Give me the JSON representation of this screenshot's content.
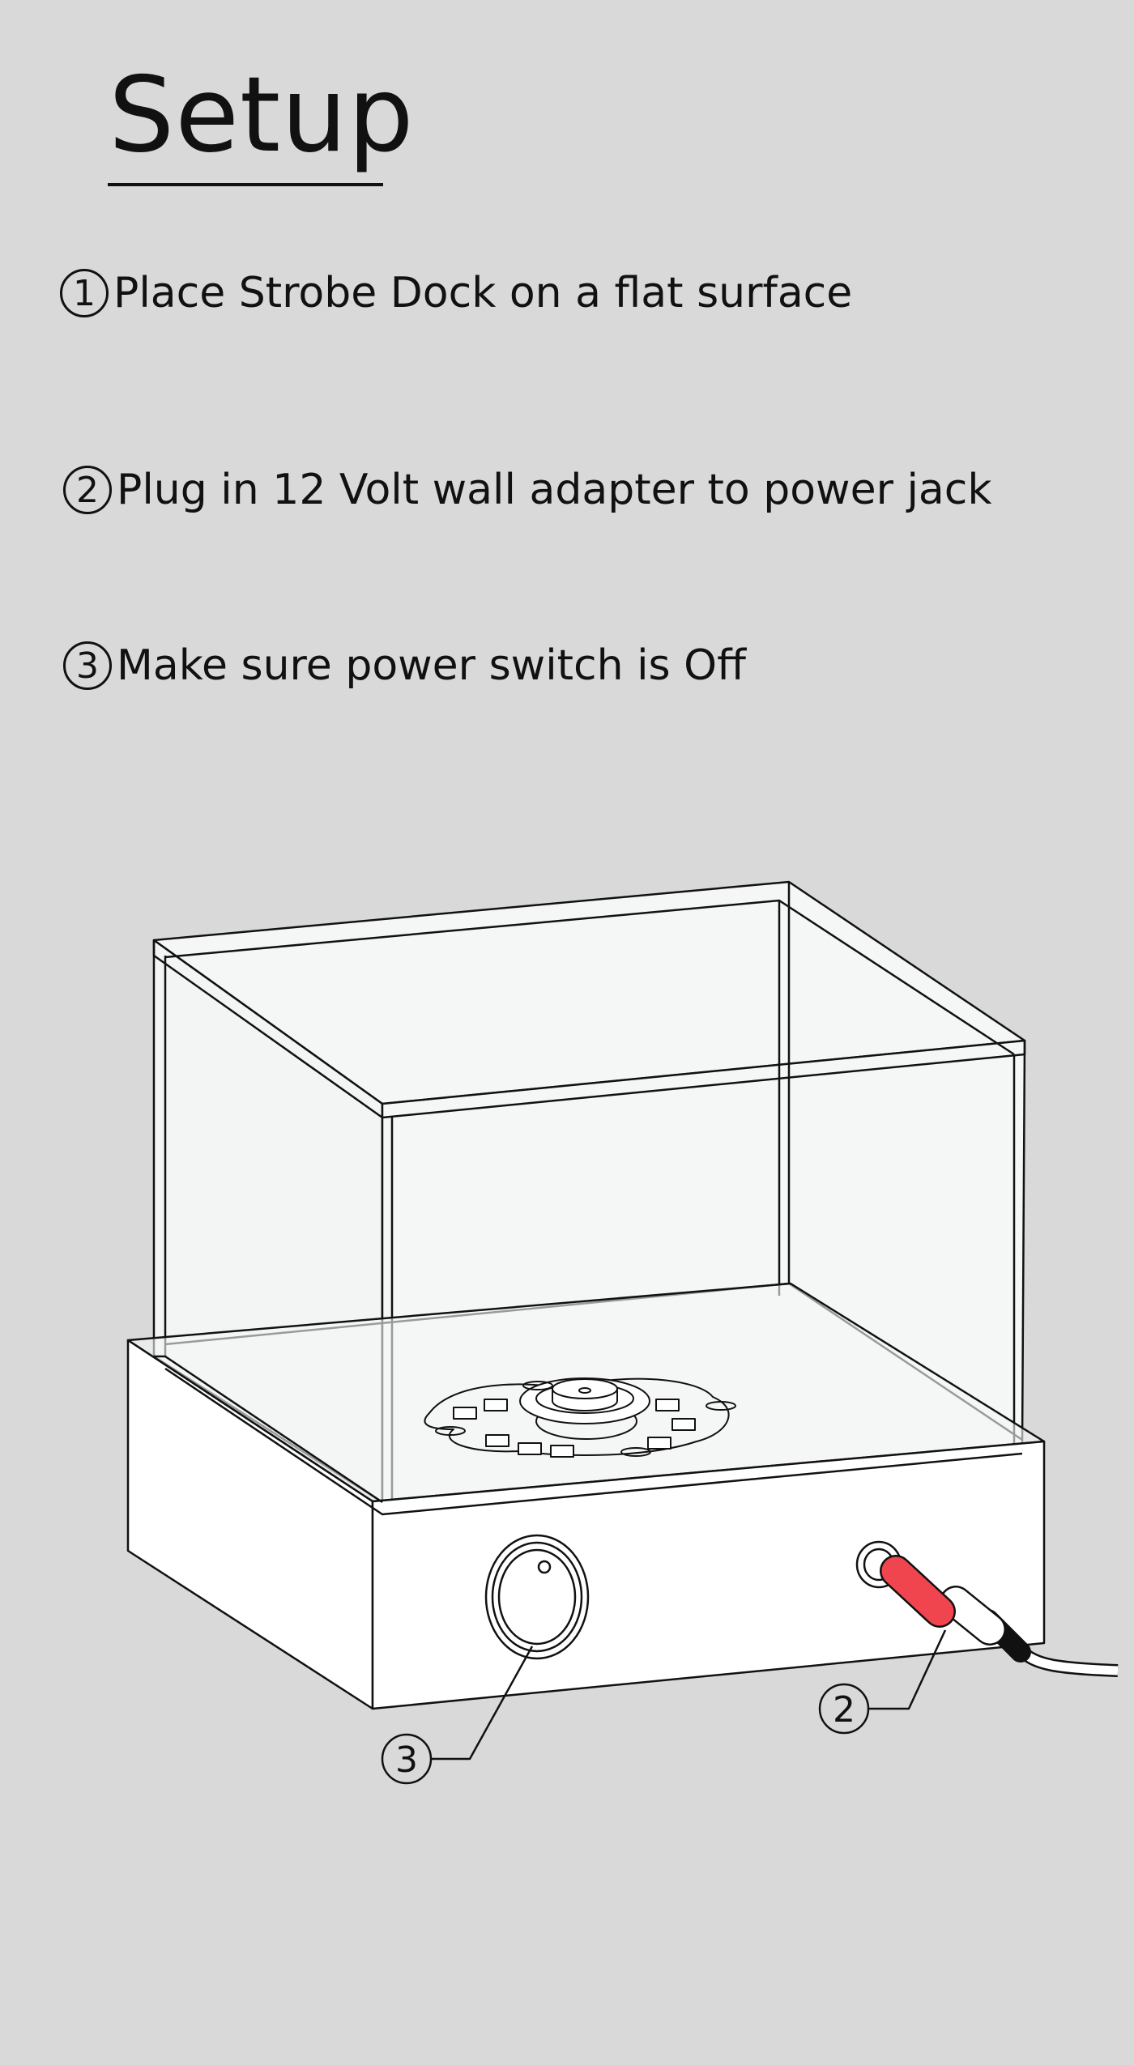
{
  "title": "Setup",
  "steps": [
    {
      "number": "1",
      "text": "Place Strobe Dock on a flat surface"
    },
    {
      "number": "2",
      "text": "Plug in 12 Volt wall adapter to power jack"
    },
    {
      "number": "3",
      "text": "Make sure power switch is Off"
    }
  ],
  "callouts": {
    "switch": "3",
    "jack": "2"
  },
  "colors": {
    "background": "#d9d9d9",
    "plug": "#f0444f",
    "glass": "#f5f7f6"
  }
}
